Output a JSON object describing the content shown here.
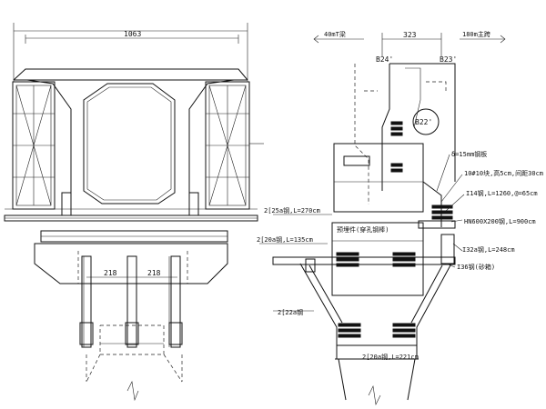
{
  "left_view": {
    "span_dim": "1063",
    "pile_dim_1": "218",
    "pile_dim_2": "218"
  },
  "right_view": {
    "dim_top": "323",
    "dir_left": "40mT梁",
    "dir_right": "180m主跨",
    "pier_left": "B24'",
    "pier_right": "B23'",
    "pier_circle": "B22'",
    "note_steel_plate": "δ=15mm钢板",
    "note_shim": "10#10块,高5cm,间距30cm",
    "note_i14": "I14钢,L=1260,@=65cm",
    "note_hn": "HN600X200钢,L=900cm",
    "note_i32": "I32a钢,L=248cm",
    "note_sand": "I36钢(砂箱)",
    "note_2c25": "2[25a钢,L=270cm",
    "note_2c20a": "2[20a钢,L=135cm",
    "note_2c22": "2[22a钢",
    "note_2c20b": "2[20a钢,L=221cm",
    "note_center": "预埋件(穿孔钢棒)"
  }
}
